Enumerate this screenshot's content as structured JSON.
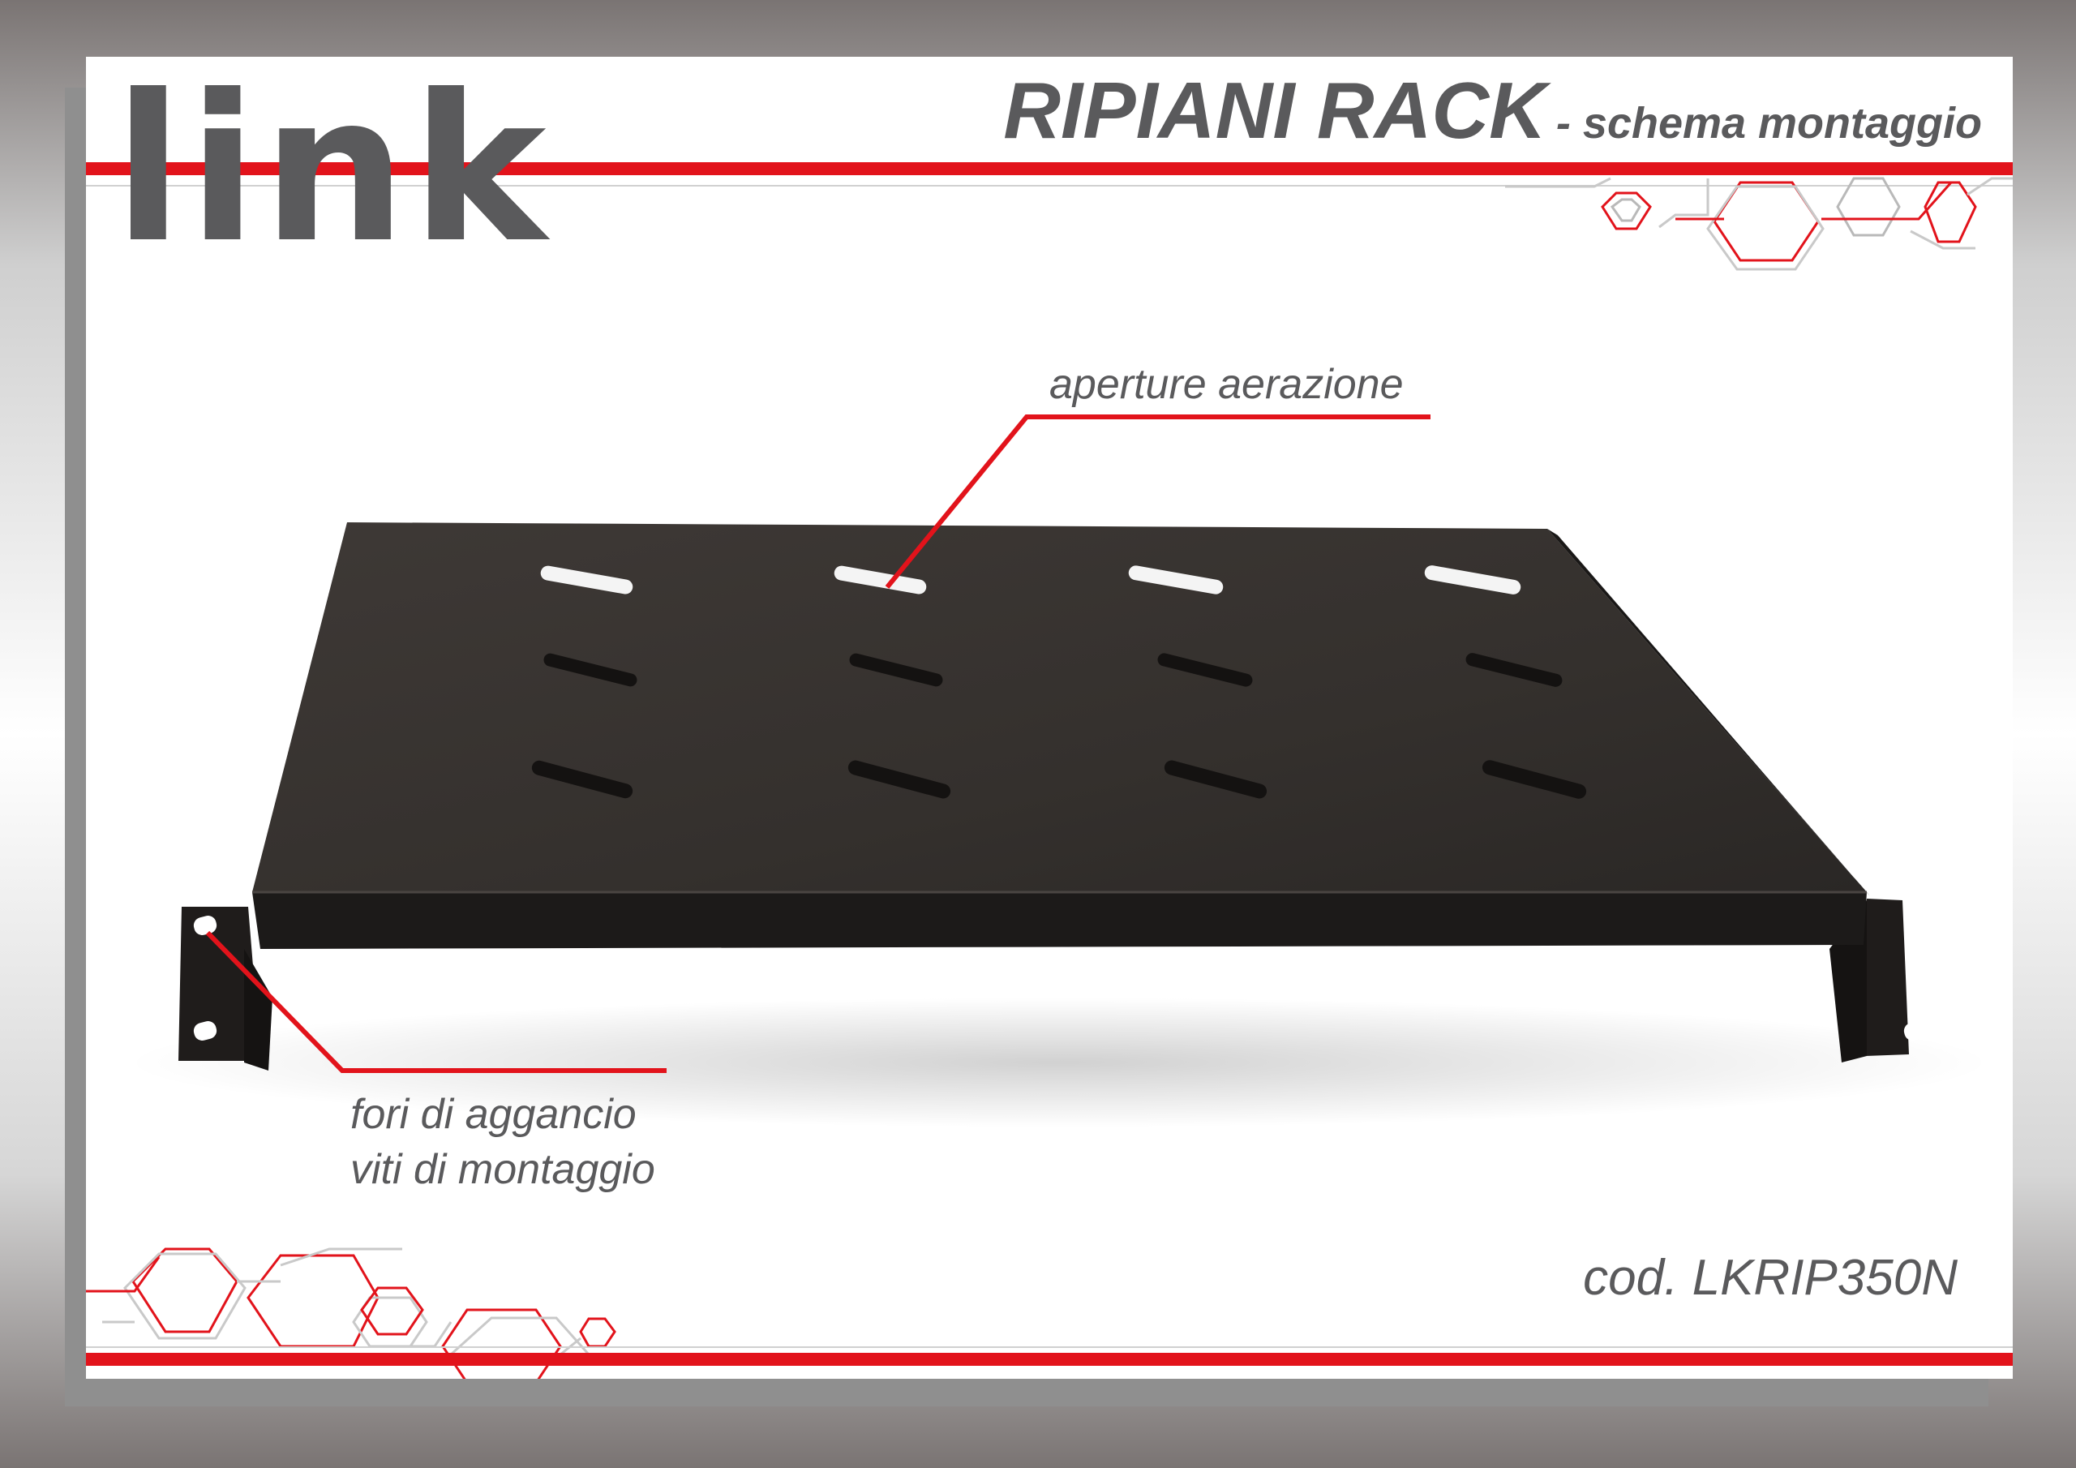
{
  "brand": {
    "logo_text": "link"
  },
  "header": {
    "title": "RIPIANI RACK",
    "subtitle": "- schema montaggio"
  },
  "annotations": {
    "vents": "aperture aerazione",
    "holes_line1": "fori di aggancio",
    "holes_line2": "viti di montaggio"
  },
  "footer": {
    "code": "cod. LKRIP350N"
  },
  "colors": {
    "accent": "#e2131b",
    "text": "#5a5a5c",
    "shelf": "#2f2b29"
  }
}
